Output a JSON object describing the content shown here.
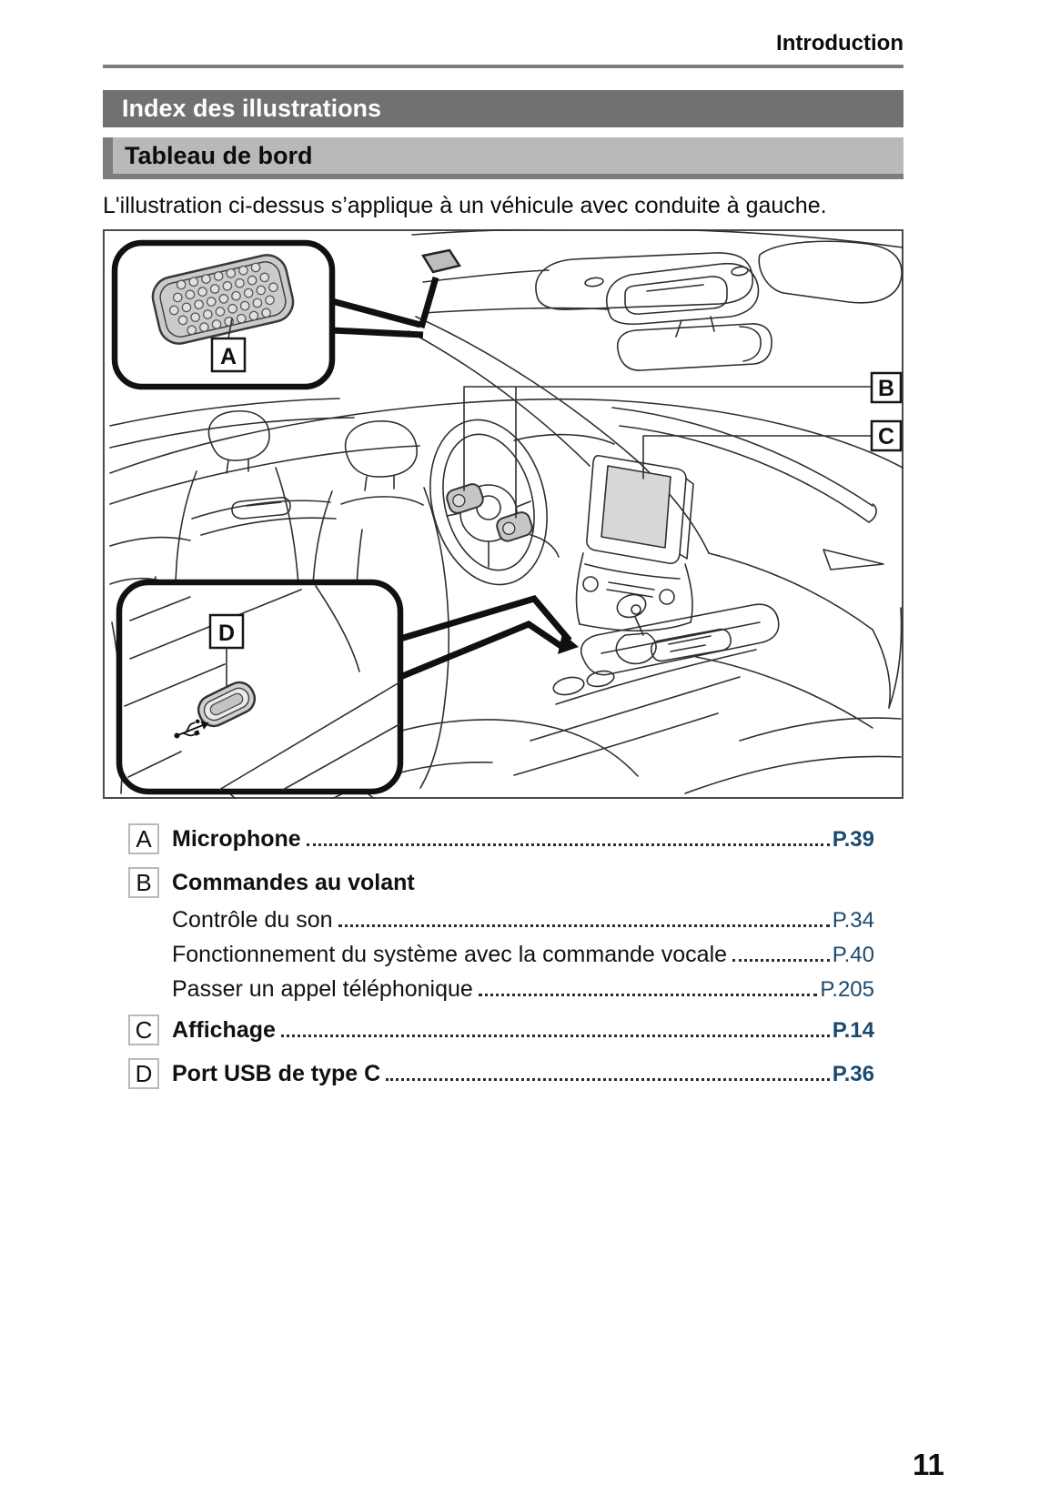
{
  "page": {
    "section_header": "Introduction",
    "page_number": "11"
  },
  "headers": {
    "h1": "Index des illustrations",
    "h2": "Tableau de bord"
  },
  "intro_text": "L'illustration ci-dessus s’applique à un véhicule avec conduite à gauche.",
  "illustration": {
    "description": "Vue intérieure du véhicule (tableau de bord) avec repères",
    "callouts": {
      "a": "A",
      "b": "B",
      "c": "C",
      "d": "D"
    },
    "icons": {
      "microphone_grille": "microphone-grille-icon",
      "usb_port": "usb-c-port-icon",
      "usb_symbol": "usb-trident-icon"
    }
  },
  "index": {
    "items": [
      {
        "letter": "A",
        "label": "Microphone",
        "page": "P.39",
        "sub": []
      },
      {
        "letter": "B",
        "label": "Commandes au volant",
        "page": "",
        "sub": [
          {
            "label": "Contrôle du son",
            "page": "P.34"
          },
          {
            "label": "Fonctionnement du système avec la commande vocale",
            "page": "P.40"
          },
          {
            "label": "Passer un appel téléphonique",
            "page": "P.205"
          }
        ]
      },
      {
        "letter": "C",
        "label": "Affichage",
        "page": "P.14",
        "sub": []
      },
      {
        "letter": "D",
        "label": "Port USB de type C",
        "page": "P.36",
        "sub": []
      }
    ]
  },
  "colors": {
    "header_bar": "#717171",
    "subheader_bar": "#b9b9b9",
    "subheader_accent": "#7d7d7d",
    "top_rule": "#7e7e7e",
    "page_ref_blue": "#1b4a70",
    "screen_fill": "#d7d7d7"
  }
}
